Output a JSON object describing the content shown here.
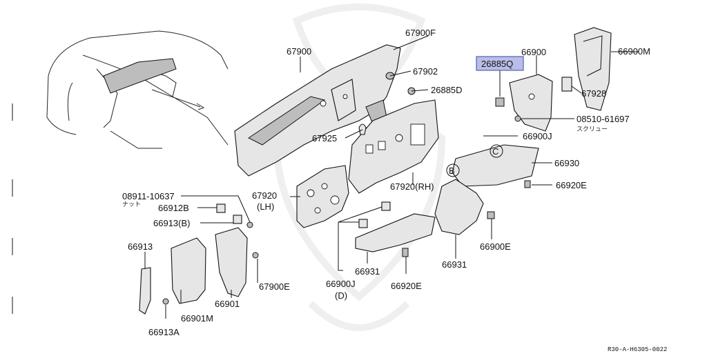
{
  "highlight": {
    "color": "#b9bde8",
    "border": "#5560b5"
  },
  "callouts": {
    "p67900": "67900",
    "p67900F": "67900F",
    "p67902": "67902",
    "p26885D": "26885D",
    "p26885Q": "26885Q",
    "p66900": "66900",
    "p66900M": "66900M",
    "p67928": "67928",
    "p08510": "08510-61697",
    "p08510_note": "スクリュー",
    "p66900J_top": "66900J",
    "p66930": "66930",
    "p66920E_right": "66920E",
    "p67925": "67925",
    "p67920RH": "67920(RH)",
    "p67920": "67920",
    "p67920LH": "(LH)",
    "p08911": "08911-10637",
    "p08911_note": "ナット",
    "p66912B": "66912B",
    "p66913B": "66913(B)",
    "p66913": "66913",
    "p66913A": "66913A",
    "p66901M": "66901M",
    "p66901": "66901",
    "p67900E": "67900E",
    "p66900J_bottom": "66900J",
    "p66900J_bottom_D": "(D)",
    "p66931_left": "66931",
    "p66920E_bottom": "66920E",
    "p66931_right": "66931",
    "p66900E": "66900E",
    "ref_B": "B",
    "ref_C": "C",
    "drawing_code": "R30-A-H6305-0022"
  }
}
